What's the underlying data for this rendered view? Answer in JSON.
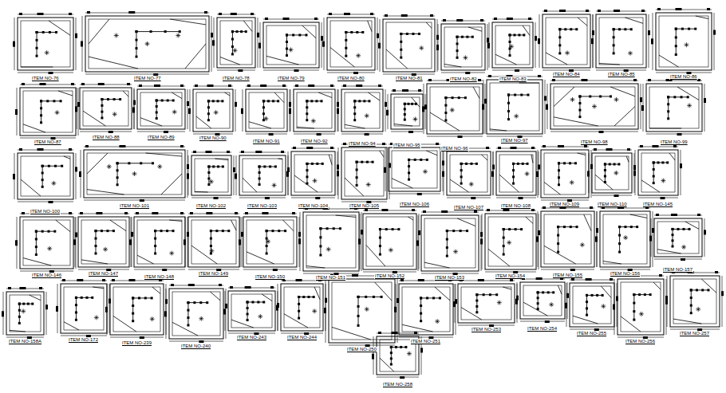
{
  "diagram": {
    "labels": [
      "ITEM NO-76",
      "ITEM NO-77",
      "ITEM NO-78",
      "ITEM NO-79",
      "ITEM NO-80",
      "ITEM NO-81",
      "ITEM NO-82",
      "ITEM NO-83",
      "ITEM NO-84",
      "ITEM NO-85",
      "ITEM NO-86",
      "ITEM NO-87",
      "ITEM NO-88",
      "ITEM NO-89",
      "ITEM NO-90",
      "ITEM NO-91",
      "ITEM NO-92",
      "ITEM NO-94",
      "ITEM NO-95",
      "ITEM NO-96",
      "ITEM NO-97",
      "ITEM NO-98",
      "ITEM NO-99",
      "ITEM NO-100",
      "ITEM NO-101",
      "ITEM NO-102",
      "ITEM NO-103",
      "ITEM NO-104",
      "ITEM NO-105",
      "ITEM NO-106",
      "ITEM NO-107",
      "ITEM NO-108",
      "ITEM NO-109",
      "ITEM NO-110",
      "ITEM NO-145",
      "ITEM NO-146",
      "ITEM NO-147",
      "ITEM NO-148",
      "ITEM NO-149",
      "ITEM NO-150",
      "ITEM NO-151",
      "ITEM NO-152",
      "ITEM NO-153",
      "ITEM NO-154",
      "ITEM NO-155",
      "ITEM NO-156",
      "ITEM NO-157",
      "ITEM NO-158A",
      "ITEM NO-172",
      "ITEM NO-239",
      "ITEM NO-240",
      "ITEM NO-243",
      "ITEM NO-244",
      "ITEM NO-250",
      "ITEM NO-251",
      "ITEM NO-253",
      "ITEM NO-254",
      "ITEM NO-255",
      "ITEM NO-256",
      "ITEM NO-257",
      "ITEM NO-258"
    ]
  }
}
